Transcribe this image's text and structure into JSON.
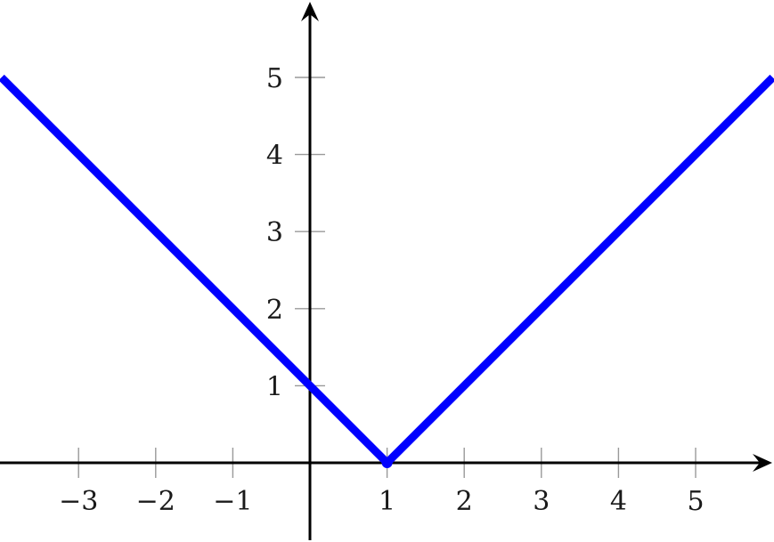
{
  "chart_data": {
    "type": "line",
    "title": "",
    "xlabel": "",
    "ylabel": "",
    "xlim": [
      -4,
      6
    ],
    "ylim": [
      -1,
      6
    ],
    "x_ticks": [
      {
        "value": -3,
        "label": "−3"
      },
      {
        "value": -2,
        "label": "−2"
      },
      {
        "value": -1,
        "label": "−1"
      },
      {
        "value": 1,
        "label": "1"
      },
      {
        "value": 2,
        "label": "2"
      },
      {
        "value": 3,
        "label": "3"
      },
      {
        "value": 4,
        "label": "4"
      },
      {
        "value": 5,
        "label": "5"
      }
    ],
    "y_ticks": [
      {
        "value": 1,
        "label": "1"
      },
      {
        "value": 2,
        "label": "2"
      },
      {
        "value": 3,
        "label": "3"
      },
      {
        "value": 4,
        "label": "4"
      },
      {
        "value": 5,
        "label": "5"
      }
    ],
    "series": [
      {
        "color": "#0000ff",
        "points": [
          {
            "x": -4,
            "y": 5
          },
          {
            "x": 1,
            "y": 0
          },
          {
            "x": 6,
            "y": 5
          }
        ]
      }
    ],
    "marked_points": [
      {
        "x": 1,
        "y": 0,
        "color": "#0000ff"
      }
    ],
    "axis_color": "#000000",
    "tick_color": "#999999",
    "grid": false,
    "legend": "none"
  }
}
